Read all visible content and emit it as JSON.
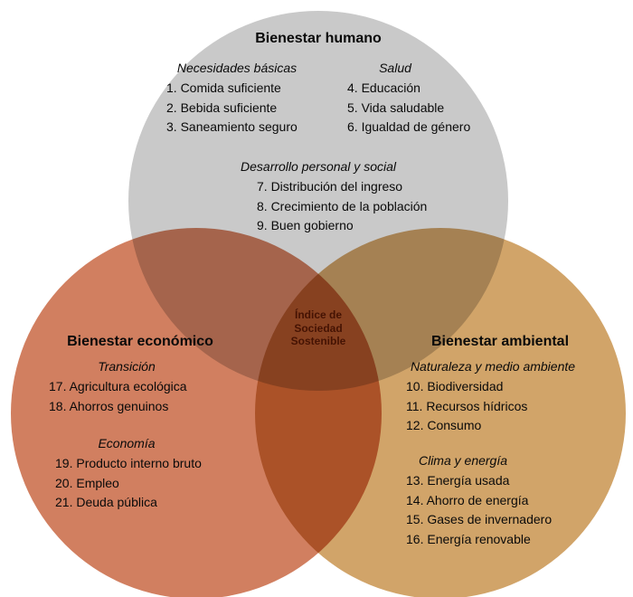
{
  "title": "Índice de Sociedad Sostenible",
  "colors": {
    "human": "#c9c9c9",
    "economic": "#d17f60",
    "environmental": "#d1a469",
    "center_text": "#451303"
  },
  "center": {
    "line1": "Índice de",
    "line2": "Sociedad",
    "line3": "Sostenible"
  },
  "circles": {
    "human": {
      "title": "Bienestar humano",
      "groups": [
        {
          "label": "Necesidades básicas",
          "items": [
            "1. Comida suficiente",
            "2. Bebida suficiente",
            "3. Saneamiento seguro"
          ]
        },
        {
          "label": "Salud",
          "items": [
            "4. Educación",
            "5. Vida saludable",
            "6. Igualdad de género"
          ]
        },
        {
          "label": "Desarrollo personal y social",
          "items": [
            "7. Distribución del ingreso",
            "8. Crecimiento de la población",
            "9. Buen gobierno"
          ]
        }
      ]
    },
    "economic": {
      "title": "Bienestar económico",
      "groups": [
        {
          "label": "Transición",
          "items": [
            "17. Agricultura ecológica",
            "18. Ahorros genuinos"
          ]
        },
        {
          "label": "Economía",
          "items": [
            "19. Producto interno bruto",
            "20. Empleo",
            "21. Deuda pública"
          ]
        }
      ]
    },
    "environmental": {
      "title": "Bienestar ambiental",
      "groups": [
        {
          "label": "Naturaleza y medio ambiente",
          "items": [
            "10. Biodiversidad",
            "11. Recursos hídricos",
            "12. Consumo"
          ]
        },
        {
          "label": "Clima y energía",
          "items": [
            "13. Energía usada",
            "14. Ahorro de energía",
            "15. Gases de invernadero",
            "16. Energía renovable"
          ]
        }
      ]
    }
  }
}
